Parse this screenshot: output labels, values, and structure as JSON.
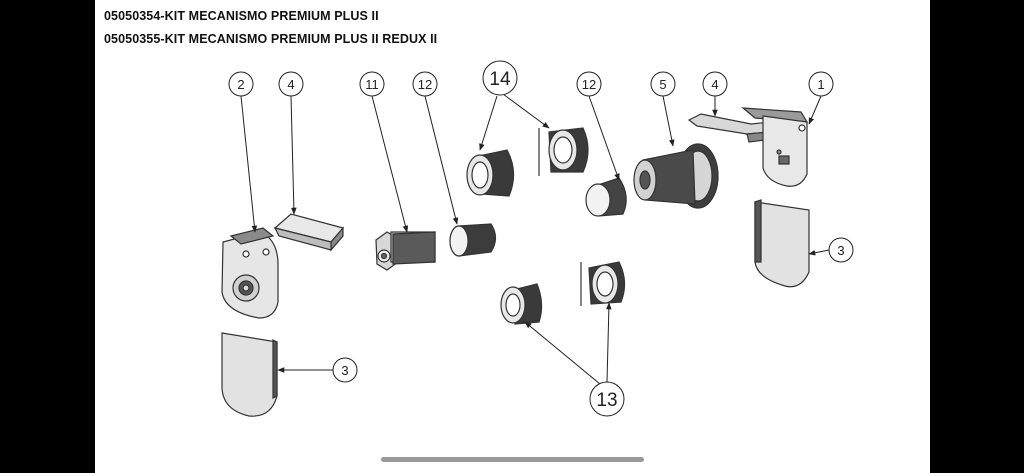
{
  "document": {
    "title_line_1": "05050354-KIT MECANISMO PREMIUM PLUS II",
    "title_line_2": "05050355-KIT MECANISMO PREMIUM PLUS II REDUX II"
  },
  "callouts": [
    {
      "id": "c2",
      "label": "2"
    },
    {
      "id": "c4a",
      "label": "4"
    },
    {
      "id": "c11",
      "label": "11"
    },
    {
      "id": "c12a",
      "label": "12"
    },
    {
      "id": "c14",
      "label": "14"
    },
    {
      "id": "c12b",
      "label": "12"
    },
    {
      "id": "c5",
      "label": "5"
    },
    {
      "id": "c4b",
      "label": "4"
    },
    {
      "id": "c1",
      "label": "1"
    },
    {
      "id": "c3a",
      "label": "3"
    },
    {
      "id": "c3b",
      "label": "3"
    },
    {
      "id": "c13",
      "label": "13"
    }
  ],
  "colors": {
    "part_fill": "#e4e4e4",
    "part_dark": "#4a4a4a",
    "line": "#222222"
  }
}
